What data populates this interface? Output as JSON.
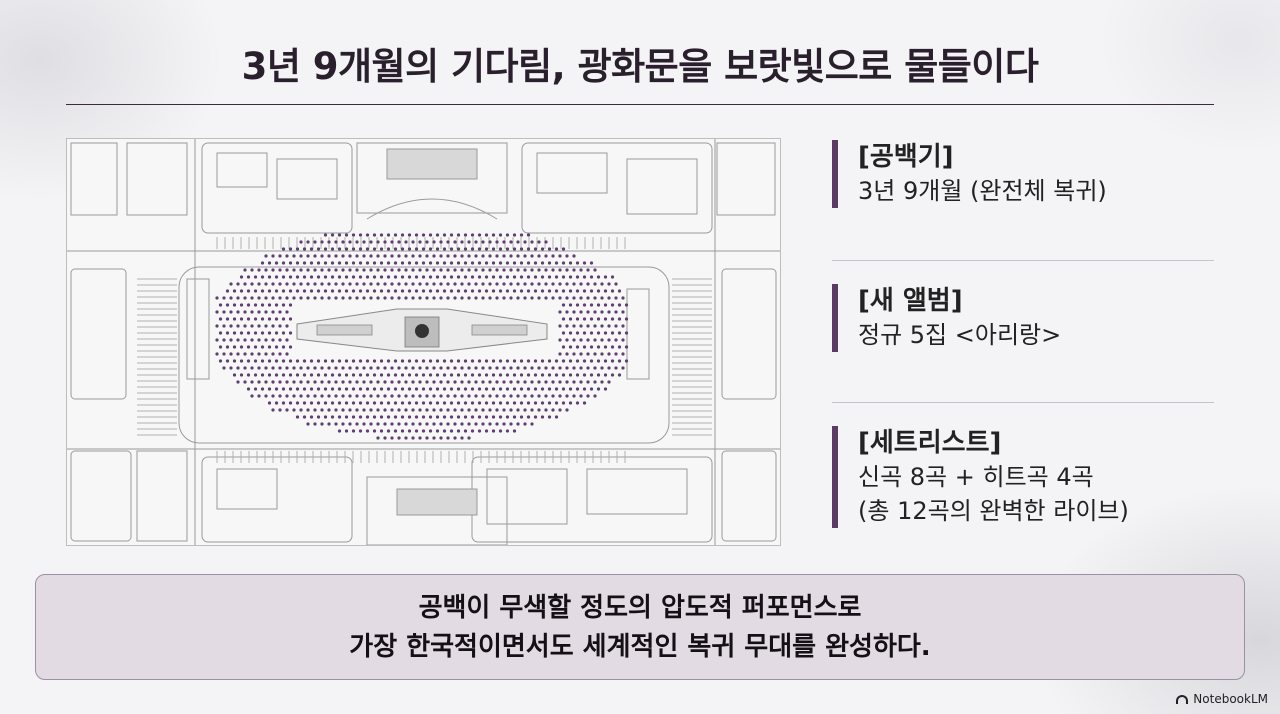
{
  "slide": {
    "title": "3년 9개월의 기다림, 광화문을 보랏빛으로 물들이다"
  },
  "info": [
    {
      "label": "[공백기]",
      "lines": [
        "3년 9개월 (완전체 복귀)"
      ]
    },
    {
      "label": "[새 앨범]",
      "lines": [
        "정규 5집 <아리랑>"
      ]
    },
    {
      "label": "[세트리스트]",
      "lines": [
        "신곡 8곡 + 히트곡 4곡",
        "(총 12곡의 완벽한 라이브)"
      ]
    }
  ],
  "banner": {
    "line1": "공백이 무색할 정도의 압도적 퍼포먼스로",
    "line2": "가장 한국적이면서도 세계적인 복귀 무대를 완성하다."
  },
  "brand": {
    "name": "NotebookLM"
  },
  "colors": {
    "accent": "#5b3a66",
    "crowd": "#5e3f6e",
    "banner_bg": "#e2dbe3"
  },
  "icons": {
    "brand": "notebooklm-logo-icon"
  }
}
